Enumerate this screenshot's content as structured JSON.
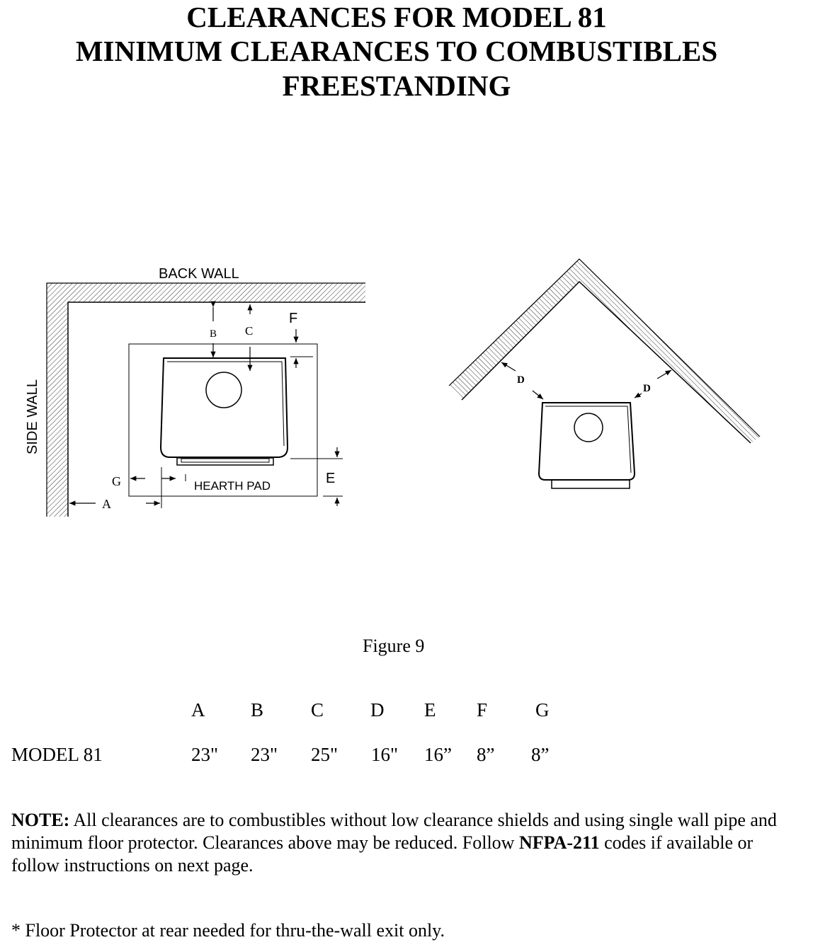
{
  "title": {
    "line1": "CLEARANCES FOR MODEL 81",
    "line2": "MINIMUM CLEARANCES TO COMBUSTIBLES",
    "line3": "FREESTANDING"
  },
  "diagram_left": {
    "back_wall_label": "BACK WALL",
    "side_wall_label": "SIDE WALL",
    "hearth_pad_label": "HEARTH PAD",
    "labels": {
      "a": "A",
      "b": "B",
      "c": "C",
      "e": "E",
      "f": "F",
      "g": "G"
    }
  },
  "diagram_right": {
    "labels": {
      "d_left": "D",
      "d_right": "D"
    }
  },
  "figure_caption": "Figure 9",
  "table": {
    "headers": [
      "A",
      "B",
      "C",
      "D",
      "E",
      "F",
      "G"
    ],
    "rows": [
      {
        "label": "MODEL 81",
        "values": [
          "23\"",
          "23\"",
          "25\"",
          "16\"",
          "16”",
          "8”",
          "8”"
        ]
      }
    ]
  },
  "note": {
    "label": "NOTE:",
    "text1": " All clearances are to combustibles without low clearance shields and using single wall pipe and minimum floor protector.   Clearances above may be reduced.  Follow ",
    "code": "NFPA-211",
    "text2": " codes if available or follow instructions on next page."
  },
  "footnote": "*  Floor Protector at rear needed for thru-the-wall exit only."
}
